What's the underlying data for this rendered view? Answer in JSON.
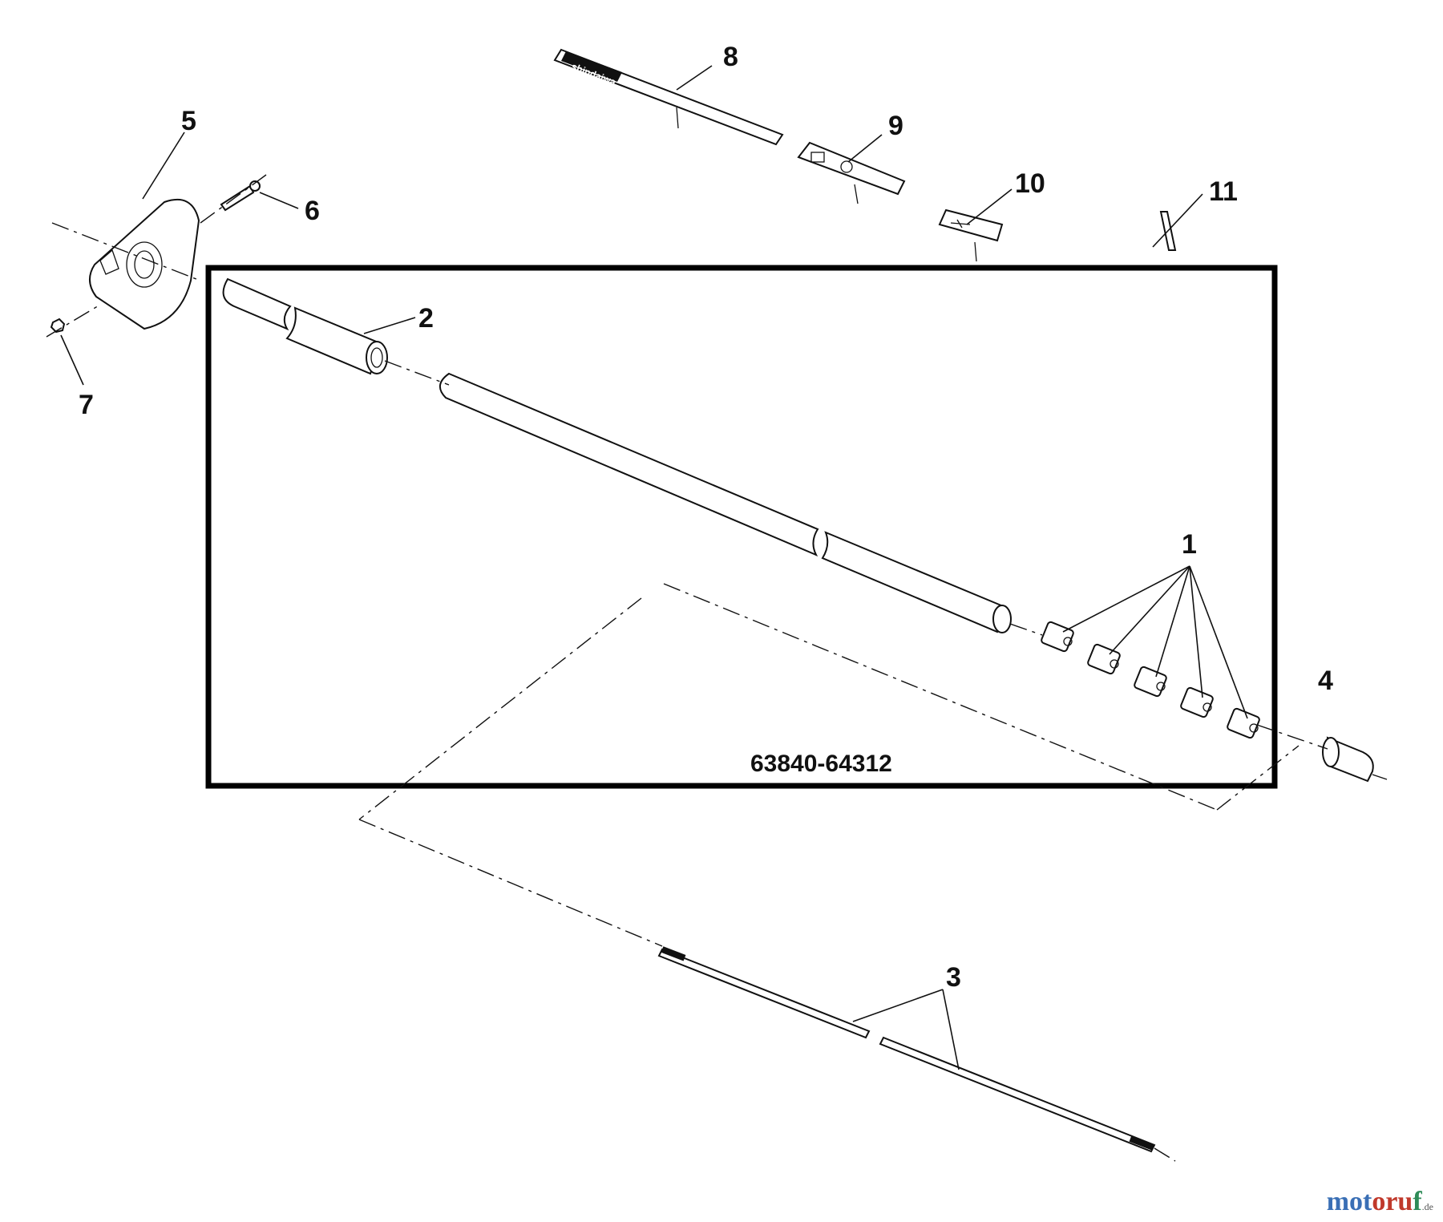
{
  "diagram": {
    "range_label": "63840-64312",
    "callouts": {
      "c1": "1",
      "c2": "2",
      "c3": "3",
      "c4": "4",
      "c5": "5",
      "c6": "6",
      "c7": "7",
      "c8": "8",
      "c9": "9",
      "c10": "10",
      "c11": "11"
    },
    "decal_text": "shindaiwa"
  },
  "watermark": {
    "part_a": "mot",
    "part_b": "oru",
    "part_c": "f",
    "tld": ".de"
  }
}
